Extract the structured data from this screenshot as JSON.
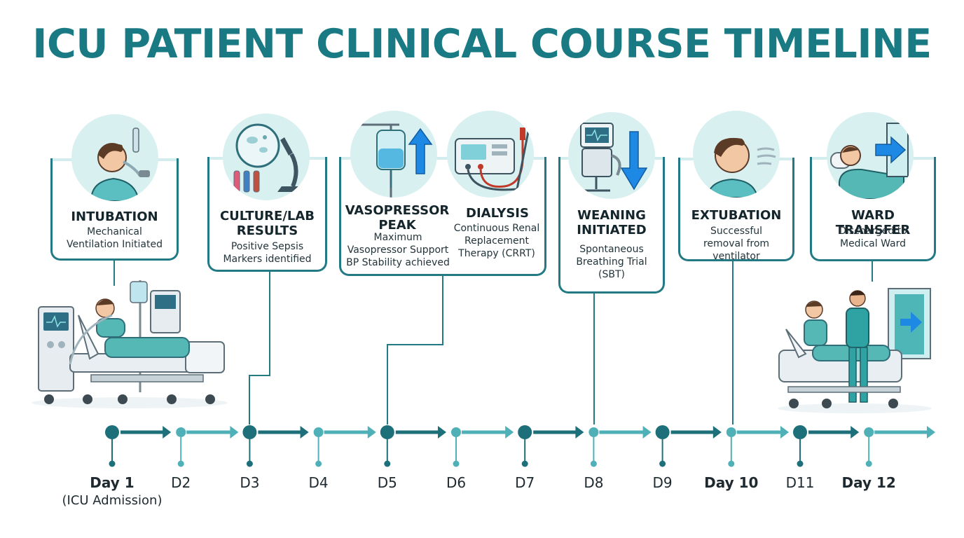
{
  "title": "ICU PATIENT CLINICAL COURSE TIMELINE",
  "colors": {
    "title": "#1a7a84",
    "primary": "#1d6f79",
    "secondary": "#4fb0b8",
    "icon_bg": "#d9f0f1",
    "accent_blue": "#1e88e5"
  },
  "days": [
    {
      "label": "Day 1",
      "sub": "(ICU Admission)",
      "bold": true
    },
    {
      "label": "D2",
      "sub": "",
      "bold": false
    },
    {
      "label": "D3",
      "sub": "",
      "bold": false
    },
    {
      "label": "D4",
      "sub": "",
      "bold": false
    },
    {
      "label": "D5",
      "sub": "",
      "bold": false
    },
    {
      "label": "D6",
      "sub": "",
      "bold": false
    },
    {
      "label": "D7",
      "sub": "",
      "bold": false
    },
    {
      "label": "D8",
      "sub": "",
      "bold": false
    },
    {
      "label": "D9",
      "sub": "",
      "bold": false
    },
    {
      "label": "Day 10",
      "sub": "",
      "bold": true
    },
    {
      "label": "D11",
      "sub": "",
      "bold": false
    },
    {
      "label": "Day 12",
      "sub": "",
      "bold": true
    }
  ],
  "events": {
    "intubation": {
      "title": "INTUBATION",
      "desc": "Mechanical Ventilation Initiated",
      "icon": "intubation-icon"
    },
    "culture": {
      "title": "CULTURE/LAB RESULTS",
      "desc": "Positive Sepsis Markers identified",
      "icon": "microscope-icon"
    },
    "vasopressor": {
      "title": "VASOPRESSOR PEAK",
      "desc": "Maximum Vasopressor Support BP Stability achieved",
      "icon": "iv-drip-up-icon"
    },
    "dialysis": {
      "title": "DIALYSIS",
      "desc": "Continuous Renal Replacement Therapy (CRRT)",
      "icon": "dialysis-machine-icon"
    },
    "weaning": {
      "title": "WEANING INITIATED",
      "desc": "Spontaneous Breathing Trial (SBT)",
      "icon": "ventilator-down-icon"
    },
    "extubation": {
      "title": "EXTUBATION",
      "desc": "Successful removal from ventilator",
      "icon": "breathing-icon"
    },
    "ward": {
      "title": "WARD TRANSFER",
      "desc": "Discharged to Medical Ward",
      "icon": "ward-exit-icon"
    }
  }
}
